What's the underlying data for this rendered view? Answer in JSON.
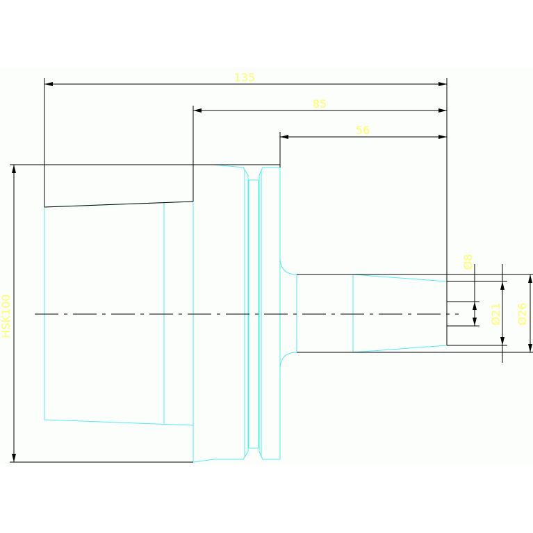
{
  "colors": {
    "background": "#ffffff",
    "canvas": "#fbfefb",
    "geometry": "#54ecec",
    "dimension": "#000000",
    "dimension_text": "#ffff66"
  },
  "dimensions": {
    "overall_length": "135",
    "mid_length": "85",
    "neck_length": "56",
    "interface": "HSK100",
    "dia_small": "Ø8",
    "dia_mid": "Ø21",
    "dia_large": "Ø26"
  }
}
